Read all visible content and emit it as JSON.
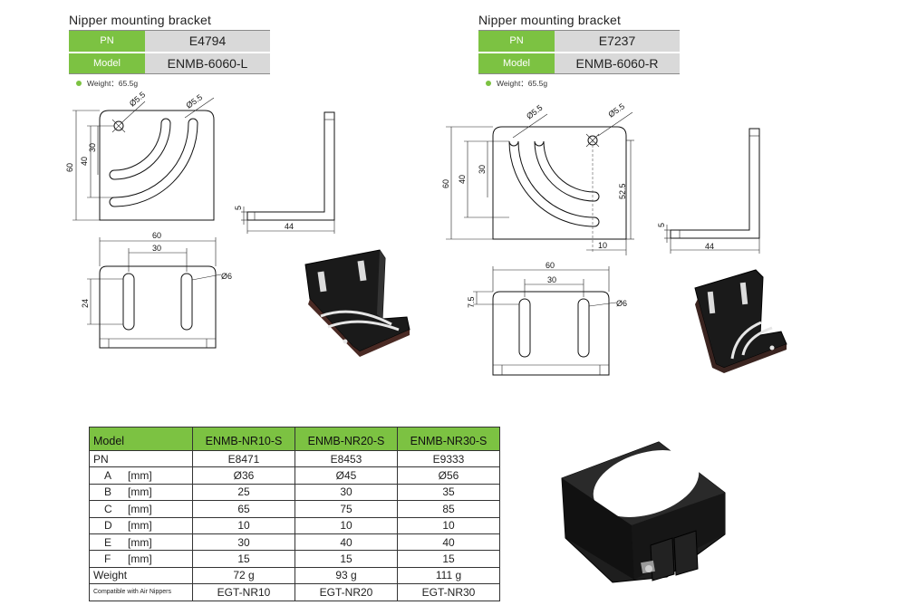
{
  "left_bracket": {
    "title": "Nipper mounting bracket",
    "rows": [
      {
        "key": "PN",
        "value": "E4794"
      },
      {
        "key": "Model",
        "value": "ENMB-6060-L"
      }
    ],
    "weight": "Weight：65.5g",
    "dims": {
      "slot_d1": "Ø5.5",
      "slot_d2": "Ø5.5",
      "h30": "30",
      "h40": "40",
      "h60": "60",
      "t5": "5",
      "l44": "44",
      "w60": "60",
      "w30": "30",
      "hole6": "Ø6",
      "h24": "24"
    }
  },
  "right_bracket": {
    "title": "Nipper mounting bracket",
    "rows": [
      {
        "key": "PN",
        "value": "E7237"
      },
      {
        "key": "Model",
        "value": "ENMB-6060-R"
      }
    ],
    "weight": "Weight：65.5g",
    "dims": {
      "slot_d1": "Ø5.5",
      "slot_d2": "Ø5.5",
      "h60": "60",
      "h40": "40",
      "h30": "30",
      "h52": "52.5",
      "b10": "10",
      "t5": "5",
      "l44": "44",
      "w60": "60",
      "w30": "30",
      "h75": "7.5",
      "hole6": "Ø6"
    }
  },
  "product_table": {
    "header": [
      "Model",
      "ENMB-NR10-S",
      "ENMB-NR20-S",
      "ENMB-NR30-S"
    ],
    "rows": [
      {
        "sym": "PN",
        "unit": "",
        "values": [
          "E8471",
          "E8453",
          "E9333"
        ]
      },
      {
        "sym": "A",
        "unit": "[mm]",
        "values": [
          "Ø36",
          "Ø45",
          "Ø56"
        ]
      },
      {
        "sym": "B",
        "unit": "[mm]",
        "values": [
          "25",
          "30",
          "35"
        ]
      },
      {
        "sym": "C",
        "unit": "[mm]",
        "values": [
          "65",
          "75",
          "85"
        ]
      },
      {
        "sym": "D",
        "unit": "[mm]",
        "values": [
          "10",
          "10",
          "10"
        ]
      },
      {
        "sym": "E",
        "unit": "[mm]",
        "values": [
          "30",
          "40",
          "40"
        ]
      },
      {
        "sym": "F",
        "unit": "[mm]",
        "values": [
          "15",
          "15",
          "15"
        ]
      },
      {
        "sym": "Weight",
        "unit": "",
        "values": [
          "72 g",
          "93 g",
          "111 g"
        ]
      },
      {
        "sym": "Compatible with Air Nippers",
        "unit": "",
        "values": [
          "EGT-NR10",
          "EGT-NR20",
          "EGT-NR30"
        ]
      }
    ]
  },
  "colors": {
    "accent_green": "#7cc242",
    "cell_grey": "#d9d9d9",
    "part_black": "#1c1c1c"
  }
}
